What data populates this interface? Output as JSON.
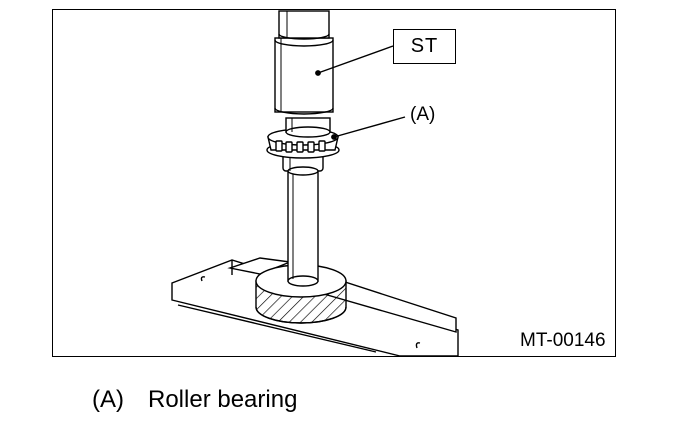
{
  "figure": {
    "callouts": {
      "st": "ST",
      "a": "(A)"
    },
    "figure_id": "MT-00146"
  },
  "caption": {
    "key": "(A)",
    "text": "Roller bearing"
  }
}
